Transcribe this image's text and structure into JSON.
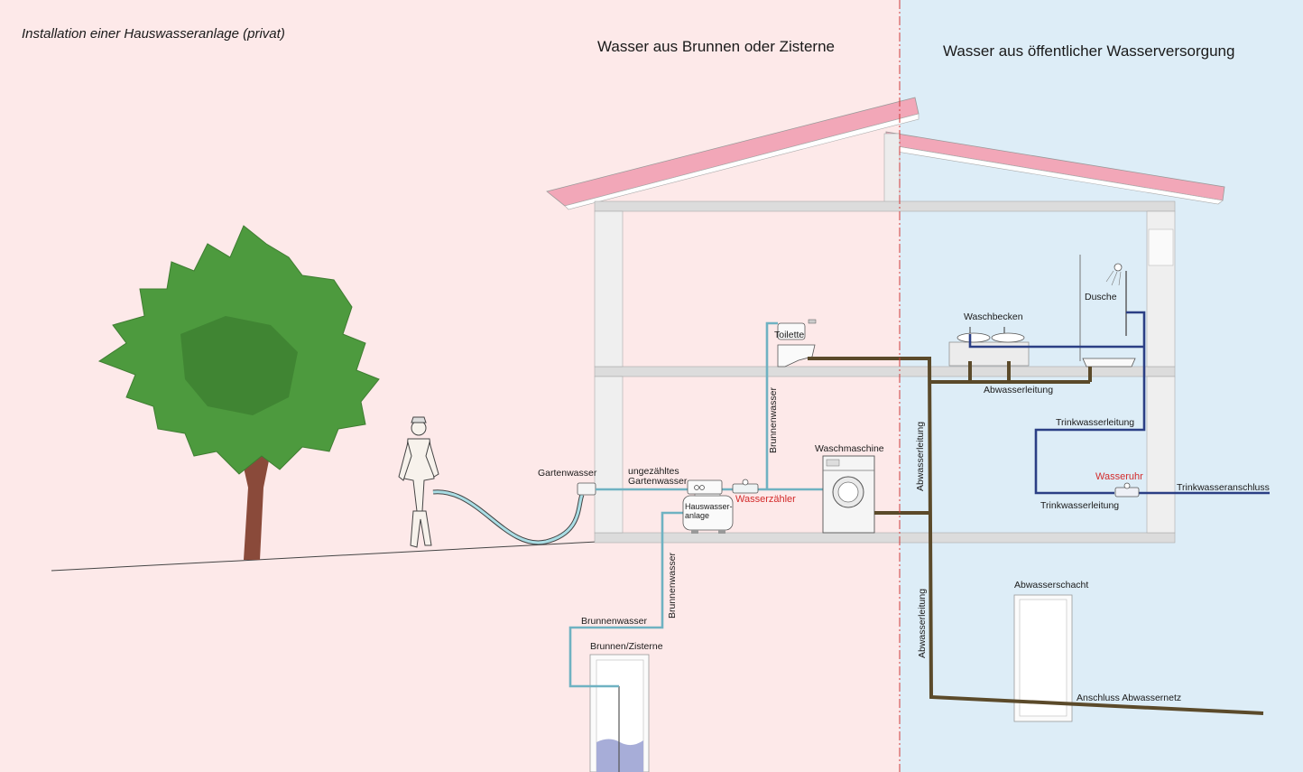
{
  "caption": "Installation einer Hauswasseranlage (privat)",
  "headings": {
    "left": "Wasser aus Brunnen oder Zisterne",
    "right": "Wasser aus öffentlicher Wasserversorgung"
  },
  "labels": {
    "gartenwasser": "Gartenwasser",
    "ungezaehltes_1": "ungezähltes",
    "ungezaehltes_2": "Gartenwasser",
    "hauswasser_1": "Hauswasser-",
    "hauswasser_2": "anlage",
    "wasserzaehler": "Wasserzähler",
    "brunnenwasser_vert_upper": "Brunnenwasser",
    "brunnenwasser_vert_lower": "Brunnenwasser",
    "brunnenwasser_horiz": "Brunnenwasser",
    "brunnen_zisterne": "Brunnen/Zisterne",
    "toilette": "Toilette",
    "waschmaschine": "Waschmaschine",
    "abwasserleitung_upper_vert": "Abwasserleitung",
    "abwasserleitung_lower_vert": "Abwasserleitung",
    "abwasserleitung_horiz": "Abwasserleitung",
    "waschbecken": "Waschbecken",
    "dusche": "Dusche",
    "trinkwasserleitung_upper": "Trinkwasserleitung",
    "trinkwasserleitung_lower": "Trinkwasserleitung",
    "wasseruhr": "Wasseruhr",
    "trinkwasseranschluss": "Trinkwasseranschluss",
    "abwasserschacht": "Abwasserschacht",
    "anschluss_abwassernetz": "Anschluss Abwassernetz"
  },
  "colors": {
    "left_bg": "#fde9e9",
    "right_bg": "#ddedf7",
    "roof": "#f2a7b8",
    "wall": "#ececec",
    "brunnen_pipe": "#6fb2c2",
    "trink_pipe": "#2b3f85",
    "abwasser_pipe": "#5b4a2a",
    "tree_leaves": "#4d9a3e",
    "tree_trunk": "#8a4a3a",
    "water": "#a7add8",
    "accent_red": "#d32b2b",
    "divider": "#d23a3a"
  }
}
